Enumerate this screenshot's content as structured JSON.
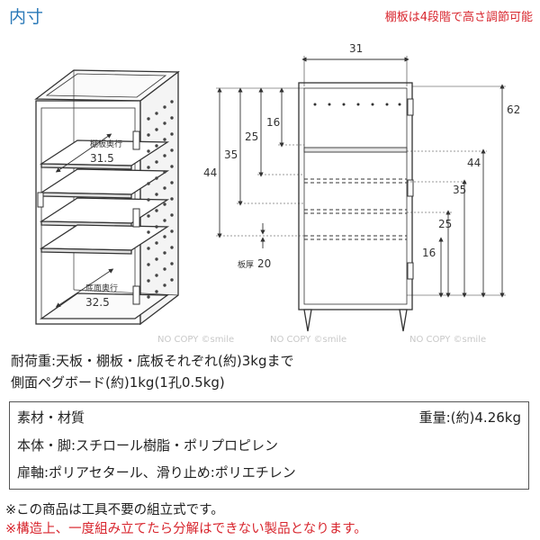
{
  "header": {
    "title": "内寸",
    "note": "棚板は4段階で高さ調節可能"
  },
  "diagram": {
    "shelf_depth_label": "棚板奥行",
    "shelf_depth_value": "31.5",
    "bottom_depth_label": "底面奥行",
    "bottom_depth_value": "32.5",
    "width_value": "31",
    "left_heights": [
      "44",
      "35",
      "25",
      "16"
    ],
    "right_heights": [
      "62",
      "44",
      "35",
      "25",
      "16"
    ],
    "board_thickness_label": "板厚",
    "board_thickness_value": "20",
    "watermark": "NO COPY ©smile"
  },
  "load": {
    "line1": "耐荷重:天板・棚板・底板それぞれ(約)3kgまで",
    "line2": "側面ペグボード(約)1kg(1孔0.5kg)"
  },
  "specs": {
    "materials_title": "素材・材質",
    "weight": "重量:(約)4.26kg",
    "body": "本体・脚:スチロール樹脂・ポリプロピレン",
    "hinge": "扉軸:ポリアセタール、滑り止め:ポリエチレン"
  },
  "footer": {
    "note1": "※この商品は工具不要の組立式です。",
    "note2": "※構造上、一度組み立てたら分解はできない製品となります。"
  }
}
